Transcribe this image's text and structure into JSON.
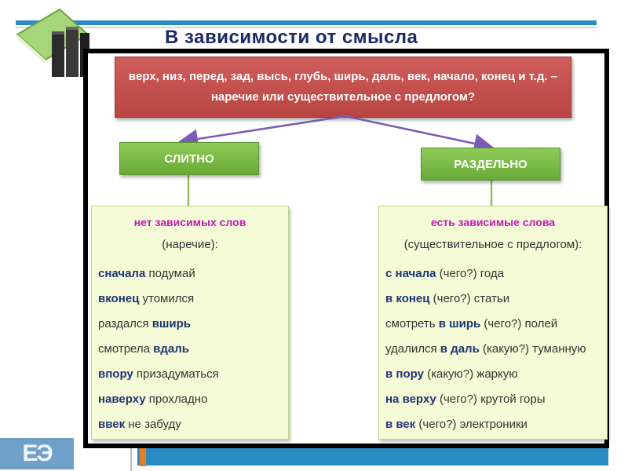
{
  "title": "В  зависимости от смысла",
  "logo_text": "ЕЭ",
  "question": {
    "line1": "верх, низ, перед, зад, высь, глубь, ширь, даль, век, начало, конец и т.д. –",
    "line2": "наречие или существительное с предлогом?"
  },
  "left_branch": {
    "label": "СЛИТНО",
    "heading": "нет зависимых слов",
    "subheading": "(наречие):",
    "examples": [
      {
        "bold": "сначала",
        "rest": " подумай",
        "boldFirst": true
      },
      {
        "bold": "вконец",
        "rest": " утомился",
        "boldFirst": true
      },
      {
        "bold": "вширь",
        "rest": "раздался ",
        "boldFirst": false
      },
      {
        "bold": "вдаль",
        "rest": "смотрела ",
        "boldFirst": false
      },
      {
        "bold": "впору",
        "rest": " призадуматься",
        "boldFirst": true
      },
      {
        "bold": "наверху",
        "rest": " прохладно",
        "boldFirst": true
      },
      {
        "bold": "ввек",
        "rest": " не забуду",
        "boldFirst": true
      }
    ]
  },
  "right_branch": {
    "label": "РАЗДЕЛЬНО",
    "heading": "есть зависимые слова",
    "subheading": "(существительное с предлогом):",
    "examples": [
      {
        "pre": "",
        "bold": "с начала",
        "rest": " (чего?) года"
      },
      {
        "pre": "",
        "bold": "в конец",
        "rest": " (чего?) статьи"
      },
      {
        "pre": "смотреть ",
        "bold": "в ширь",
        "rest": " (чего?) полей"
      },
      {
        "pre": "удалился ",
        "bold": "в даль",
        "rest": " (какую?) туманную"
      },
      {
        "pre": " ",
        "bold": "в пору",
        "rest": " (какую?) жаркую"
      },
      {
        "pre": "",
        "bold": "на верху",
        "rest": " (чего?) крутой горы"
      },
      {
        "pre": "",
        "bold": "в век",
        "rest": " (чего?) электроники"
      }
    ]
  },
  "colors": {
    "question_bg": "#c04f4d",
    "green_box": "#7dbb46",
    "panel_bg": "#f4fbd6",
    "heading_magenta": "#c01ab4",
    "accent_blue": "#2a8bc4"
  }
}
